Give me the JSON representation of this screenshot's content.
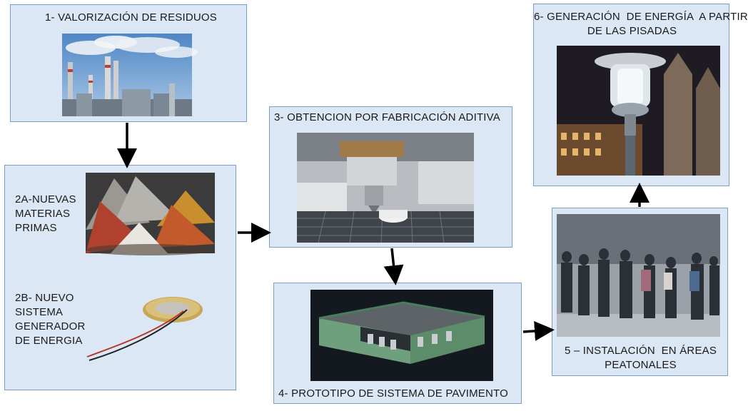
{
  "steps": {
    "s1": {
      "title": "1- VALORIZACIÓN DE RESIDUOS",
      "image": "industrial-chimneys-smoke"
    },
    "s2a": {
      "title": "2A-NUEVAS MATERIAS PRIMAS",
      "lines": [
        "2A-NUEVAS",
        "MATERIAS",
        "PRIMAS"
      ],
      "image": "colored-mineral-powders"
    },
    "s2b": {
      "title": "2B- NUEVO SISTEMA GENERADOR DE ENERGIA",
      "lines": [
        "2B- NUEVO",
        "SISTEMA",
        "GENERADOR",
        "DE ENERGIA"
      ],
      "image": "piezoelectric-disc-with-wires"
    },
    "s3": {
      "title": "3- OBTENCION POR FABRICACIÓN ADITIVA",
      "image": "3d-printer-nozzle"
    },
    "s4": {
      "title": "4- PROTOTIPO DE SISTEMA DE PAVIMENTO",
      "image": "pavement-tile-cutaway-model"
    },
    "s5": {
      "title": "5 – INSTALACIÓN EN ÁREAS PEATONALES",
      "lines": [
        "5 – INSTALACIÓN  EN ÁREAS",
        "PEATONALES"
      ],
      "image": "pedestrians-walking-street"
    },
    "s6": {
      "title": "6- GENERACIÓN DE ENERGÍA A PARTIR DE LAS PISADAS",
      "lines": [
        "6- GENERACIÓN  DE ENERGÍA  A PARTIR",
        "DE LAS PISADAS"
      ],
      "image": "street-lamp-cathedral-night"
    }
  },
  "arrows": [
    {
      "from": "s1",
      "to": "s2a",
      "direction": "down"
    },
    {
      "from": "s2a",
      "to": "s3",
      "direction": "right"
    },
    {
      "from": "s3",
      "to": "s4",
      "direction": "down"
    },
    {
      "from": "s4",
      "to": "s5",
      "direction": "right"
    },
    {
      "from": "s5",
      "to": "s6",
      "direction": "up"
    }
  ],
  "colors": {
    "box_fill": "#dbe7f5",
    "box_border": "#7f9dc4",
    "arrow": "#000000"
  }
}
